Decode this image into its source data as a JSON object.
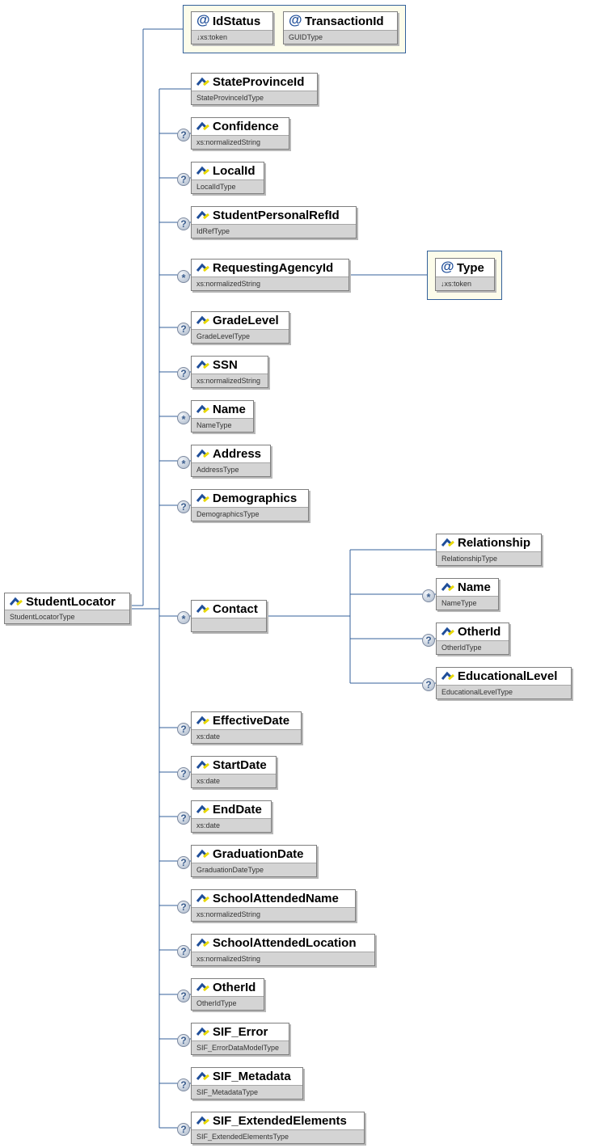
{
  "root": {
    "name": "StudentLocator",
    "type": "StudentLocatorType"
  },
  "root_attributes": [
    {
      "name": "IdStatus",
      "type": "↓xs:token"
    },
    {
      "name": "TransactionId",
      "type": "GUIDType"
    }
  ],
  "elements": [
    {
      "name": "StateProvinceId",
      "type": "StateProvinceIdType",
      "occurrence": ""
    },
    {
      "name": "Confidence",
      "type": "xs:normalizedString",
      "occurrence": "?"
    },
    {
      "name": "LocalId",
      "type": "LocalIdType",
      "occurrence": "?"
    },
    {
      "name": "StudentPersonalRefId",
      "type": "IdRefType",
      "occurrence": "?"
    },
    {
      "name": "RequestingAgencyId",
      "type": "xs:normalizedString",
      "occurrence": "*"
    },
    {
      "name": "GradeLevel",
      "type": "GradeLevelType",
      "occurrence": "?"
    },
    {
      "name": "SSN",
      "type": "xs:normalizedString",
      "occurrence": "?"
    },
    {
      "name": "Name",
      "type": "NameType",
      "occurrence": "*"
    },
    {
      "name": "Address",
      "type": "AddressType",
      "occurrence": "*"
    },
    {
      "name": "Demographics",
      "type": "DemographicsType",
      "occurrence": "?"
    },
    {
      "name": "Contact",
      "type": "",
      "occurrence": "*"
    },
    {
      "name": "EffectiveDate",
      "type": "xs:date",
      "occurrence": "?"
    },
    {
      "name": "StartDate",
      "type": "xs:date",
      "occurrence": "?"
    },
    {
      "name": "EndDate",
      "type": "xs:date",
      "occurrence": "?"
    },
    {
      "name": "GraduationDate",
      "type": "GraduationDateType",
      "occurrence": "?"
    },
    {
      "name": "SchoolAttendedName",
      "type": "xs:normalizedString",
      "occurrence": "?"
    },
    {
      "name": "SchoolAttendedLocation",
      "type": "xs:normalizedString",
      "occurrence": "?"
    },
    {
      "name": "OtherId",
      "type": "OtherIdType",
      "occurrence": "?"
    },
    {
      "name": "SIF_Error",
      "type": "SIF_ErrorDataModelType",
      "occurrence": "?"
    },
    {
      "name": "SIF_Metadata",
      "type": "SIF_MetadataType",
      "occurrence": "?"
    },
    {
      "name": "SIF_ExtendedElements",
      "type": "SIF_ExtendedElementsType",
      "occurrence": "?"
    }
  ],
  "requesting_agency_attribute": {
    "name": "Type",
    "type": "↓xs:token"
  },
  "contact_children": [
    {
      "name": "Relationship",
      "type": "RelationshipType",
      "occurrence": ""
    },
    {
      "name": "Name",
      "type": "NameType",
      "occurrence": "*"
    },
    {
      "name": "OtherId",
      "type": "OtherIdType",
      "occurrence": "?"
    },
    {
      "name": "EducationalLevel",
      "type": "EducationalLevelType",
      "occurrence": "?"
    }
  ],
  "colors": {
    "line": "#34619b",
    "group_bg": "#fcfcea",
    "type_bar": "#d4d4d4",
    "icon_blue": "#1f4e99",
    "icon_yellow": "#e8d800"
  }
}
